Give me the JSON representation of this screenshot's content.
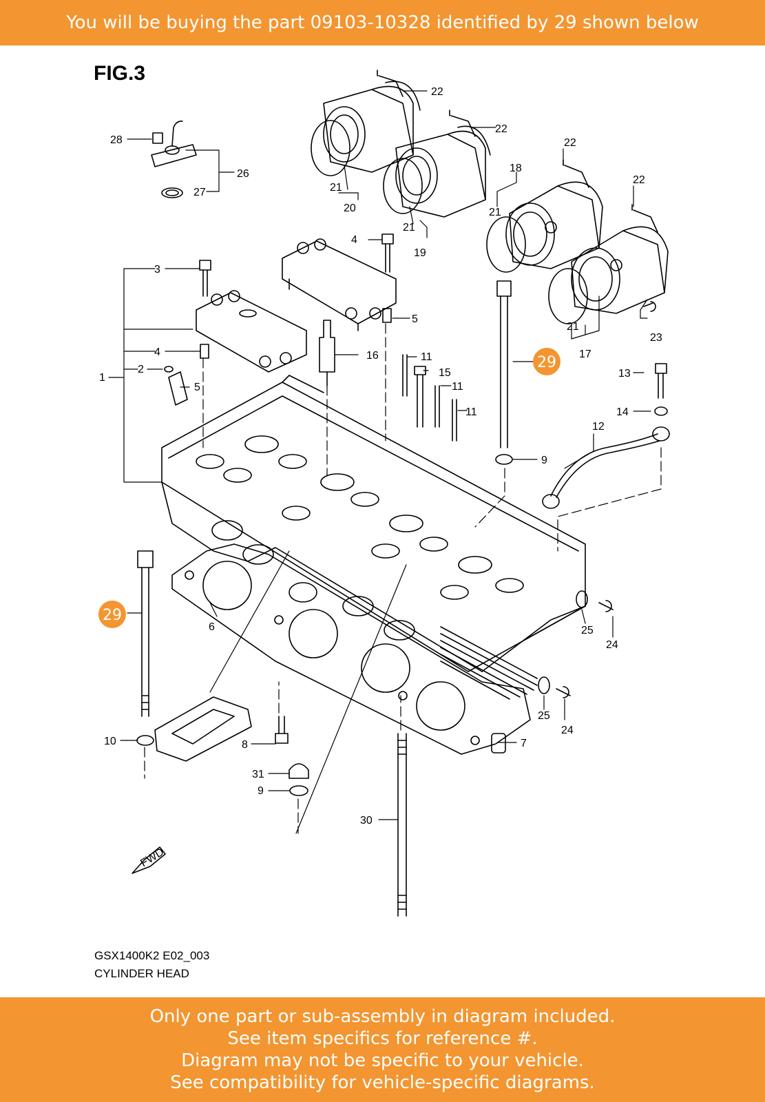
{
  "banner_top": "You will be buying the part 09103-10328 identified by 29 shown below",
  "fig_title": "FIG.3",
  "callouts": [
    "1",
    "2",
    "3",
    "4",
    "5",
    "6",
    "7",
    "8",
    "9",
    "10",
    "11",
    "12",
    "13",
    "14",
    "15",
    "16",
    "17",
    "18",
    "19",
    "20",
    "21",
    "22",
    "23",
    "24",
    "25",
    "26",
    "27",
    "28",
    "29",
    "30",
    "31"
  ],
  "highlight_callout": "29",
  "fwd_label": "FWD",
  "model_code": "GSX1400K2 E02_003",
  "section_name": "CYLINDER HEAD",
  "banner_bottom": [
    "Only one part or sub-assembly in diagram included.",
    "See item specifics for reference #.",
    "Diagram may not be specific to your vehicle.",
    "See compatibility for vehicle-specific diagrams."
  ],
  "colors": {
    "accent": "#F39530",
    "line": "#000000",
    "background": "#FFFFFF"
  }
}
